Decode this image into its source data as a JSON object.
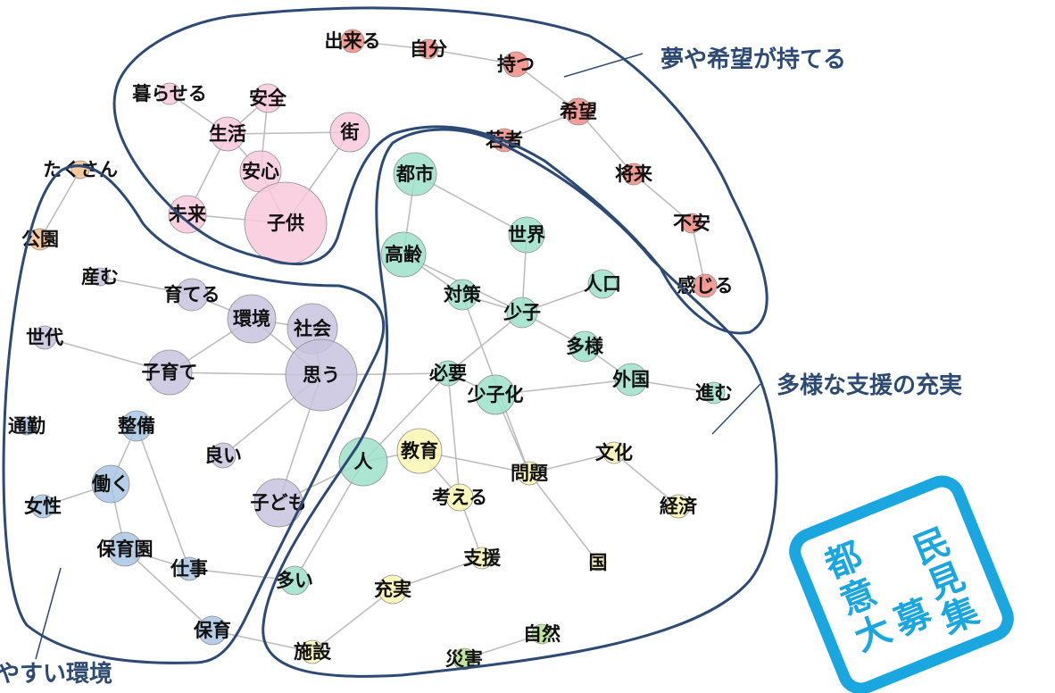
{
  "clusters": [
    {
      "id": "dream",
      "title": "夢や希望が持てる"
    },
    {
      "id": "support",
      "title": "多様な支援の充実"
    },
    {
      "id": "childcare",
      "title": "子育てしやすい環境",
      "visible_text": "やすい環境"
    }
  ],
  "nodes": [
    {
      "id": "dekiru",
      "label": "出来る",
      "color": "#f28b82"
    },
    {
      "id": "jibun",
      "label": "自分",
      "color": "#f28b82"
    },
    {
      "id": "motsu",
      "label": "持つ",
      "color": "#f28b82"
    },
    {
      "id": "kibou",
      "label": "希望",
      "color": "#f28b82"
    },
    {
      "id": "wakamono",
      "label": "若者",
      "color": "#f28b82"
    },
    {
      "id": "shourai",
      "label": "将来",
      "color": "#f28b82"
    },
    {
      "id": "fuan",
      "label": "不安",
      "color": "#f28b82"
    },
    {
      "id": "kanjiru",
      "label": "感じる",
      "color": "#f28b82"
    },
    {
      "id": "kuraseru",
      "label": "暮らせる",
      "color": "#f9c9dc"
    },
    {
      "id": "anzen",
      "label": "安全",
      "color": "#f9c9dc"
    },
    {
      "id": "seikatsu",
      "label": "生活",
      "color": "#f9c9dc"
    },
    {
      "id": "machi",
      "label": "街",
      "color": "#f9c9dc"
    },
    {
      "id": "anshin",
      "label": "安心",
      "color": "#f9c9dc"
    },
    {
      "id": "mirai",
      "label": "未来",
      "color": "#f9c9dc"
    },
    {
      "id": "kodomo",
      "label": "子供",
      "color": "#f9c9dc"
    },
    {
      "id": "takusan",
      "label": "たくさん",
      "color": "#f7c08a"
    },
    {
      "id": "kouen",
      "label": "公園",
      "color": "#f7c08a"
    },
    {
      "id": "umu",
      "label": "産む",
      "color": "#c8c3de"
    },
    {
      "id": "sodateru",
      "label": "育てる",
      "color": "#c8c3de"
    },
    {
      "id": "kankyou",
      "label": "環境",
      "color": "#c8c3de"
    },
    {
      "id": "shakai",
      "label": "社会",
      "color": "#c8c3de"
    },
    {
      "id": "sedai",
      "label": "世代",
      "color": "#c8c3de"
    },
    {
      "id": "kosodate",
      "label": "子育て",
      "color": "#c8c3de"
    },
    {
      "id": "omou",
      "label": "思う",
      "color": "#c8c3de"
    },
    {
      "id": "yoi",
      "label": "良い",
      "color": "#c8c3de"
    },
    {
      "id": "kodomo2",
      "label": "子ども",
      "color": "#c8c3de"
    },
    {
      "id": "tsuukin",
      "label": "通勤",
      "color": "#a9c5e3"
    },
    {
      "id": "seibi",
      "label": "整備",
      "color": "#a9c5e3"
    },
    {
      "id": "hataraku",
      "label": "働く",
      "color": "#a9c5e3"
    },
    {
      "id": "josei",
      "label": "女性",
      "color": "#a9c5e3"
    },
    {
      "id": "hoikuen",
      "label": "保育園",
      "color": "#a9c5e3"
    },
    {
      "id": "shigoto",
      "label": "仕事",
      "color": "#a9c5e3"
    },
    {
      "id": "hoiku",
      "label": "保育",
      "color": "#a9c5e3"
    },
    {
      "id": "ooi",
      "label": "多い",
      "color": "#9fe0cb"
    },
    {
      "id": "toshi",
      "label": "都市",
      "color": "#9fe0cb"
    },
    {
      "id": "sekai",
      "label": "世界",
      "color": "#9fe0cb"
    },
    {
      "id": "koureika",
      "label": "高齢",
      "color": "#9fe0cb"
    },
    {
      "id": "jinkou",
      "label": "人口",
      "color": "#9fe0cb"
    },
    {
      "id": "taisaku",
      "label": "対策",
      "color": "#9fe0cb"
    },
    {
      "id": "shoushi",
      "label": "少子",
      "color": "#9fe0cb"
    },
    {
      "id": "tayou",
      "label": "多様",
      "color": "#9fe0cb"
    },
    {
      "id": "hitsuyou",
      "label": "必要",
      "color": "#9fe0cb"
    },
    {
      "id": "shoushika",
      "label": "少子化",
      "color": "#9fe0cb"
    },
    {
      "id": "gaikoku",
      "label": "外国",
      "color": "#9fe0cb"
    },
    {
      "id": "susumu",
      "label": "進む",
      "color": "#9fe0cb"
    },
    {
      "id": "hito",
      "label": "人",
      "color": "#9fe0cb"
    },
    {
      "id": "kyouiku",
      "label": "教育",
      "color": "#fbf6b0"
    },
    {
      "id": "bunka",
      "label": "文化",
      "color": "#fbf6b0"
    },
    {
      "id": "mondai",
      "label": "問題",
      "color": "#fbf6b0"
    },
    {
      "id": "kangaeru",
      "label": "考える",
      "color": "#fbf6b0"
    },
    {
      "id": "keizai",
      "label": "経済",
      "color": "#fbf6b0"
    },
    {
      "id": "shien",
      "label": "支援",
      "color": "#fbf6b0"
    },
    {
      "id": "kuni",
      "label": "国",
      "color": "#fbf6b0"
    },
    {
      "id": "juujitsu",
      "label": "充実",
      "color": "#fbf6b0"
    },
    {
      "id": "shisetsu",
      "label": "施設",
      "color": "#fbf6b0"
    },
    {
      "id": "shizen",
      "label": "自然",
      "color": "#b9e08f"
    },
    {
      "id": "saigai",
      "label": "災害",
      "color": "#b9e08f"
    }
  ],
  "edges": [
    [
      "dekiru",
      "jibun"
    ],
    [
      "jibun",
      "motsu"
    ],
    [
      "motsu",
      "kibou"
    ],
    [
      "kibou",
      "wakamono"
    ],
    [
      "kibou",
      "shourai"
    ],
    [
      "shourai",
      "fuan"
    ],
    [
      "fuan",
      "kanjiru"
    ],
    [
      "kuraseru",
      "seikatsu"
    ],
    [
      "anzen",
      "seikatsu"
    ],
    [
      "anzen",
      "anshin"
    ],
    [
      "seikatsu",
      "anshin"
    ],
    [
      "seikatsu",
      "machi"
    ],
    [
      "anshin",
      "kodomo"
    ],
    [
      "machi",
      "kodomo"
    ],
    [
      "mirai",
      "kodomo"
    ],
    [
      "seikatsu",
      "mirai"
    ],
    [
      "takusan",
      "kouen"
    ],
    [
      "umu",
      "sodateru"
    ],
    [
      "sodateru",
      "kankyou"
    ],
    [
      "kankyou",
      "shakai"
    ],
    [
      "kankyou",
      "omou"
    ],
    [
      "shakai",
      "omou"
    ],
    [
      "kosodate",
      "omou"
    ],
    [
      "kosodate",
      "kankyou"
    ],
    [
      "sedai",
      "kosodate"
    ],
    [
      "omou",
      "yoi"
    ],
    [
      "omou",
      "kodomo2"
    ],
    [
      "seibi",
      "hataraku"
    ],
    [
      "hataraku",
      "josei"
    ],
    [
      "hataraku",
      "hoikuen"
    ],
    [
      "hoikuen",
      "shigoto"
    ],
    [
      "hoikuen",
      "hoiku"
    ],
    [
      "seibi",
      "shigoto"
    ],
    [
      "kodomo2",
      "hito"
    ],
    [
      "toshi",
      "koureika"
    ],
    [
      "koureika",
      "taisaku"
    ],
    [
      "koureika",
      "shoushi"
    ],
    [
      "taisaku",
      "shoushi"
    ],
    [
      "shoushi",
      "jinkou"
    ],
    [
      "shoushi",
      "tayou"
    ],
    [
      "sekai",
      "shoushi"
    ],
    [
      "shoushi",
      "hitsuyou"
    ],
    [
      "hitsuyou",
      "shoushika"
    ],
    [
      "shoushika",
      "gaikoku"
    ],
    [
      "gaikoku",
      "susumu"
    ],
    [
      "tayou",
      "gaikoku"
    ],
    [
      "hito",
      "kyouiku"
    ],
    [
      "hito",
      "hitsuyou"
    ],
    [
      "kyouiku",
      "mondai"
    ],
    [
      "kyouiku",
      "kangaeru"
    ],
    [
      "mondai",
      "kuni"
    ],
    [
      "mondai",
      "bunka"
    ],
    [
      "bunka",
      "keizai"
    ],
    [
      "kangaeru",
      "shien"
    ],
    [
      "shien",
      "juujitsu"
    ],
    [
      "juujitsu",
      "shisetsu"
    ],
    [
      "shizen",
      "saigai"
    ],
    [
      "hito",
      "ooi"
    ],
    [
      "shigoto",
      "ooi"
    ],
    [
      "hoiku",
      "shisetsu"
    ],
    [
      "taisaku",
      "mondai"
    ],
    [
      "sekai",
      "toshi"
    ],
    [
      "shoushika",
      "mondai"
    ],
    [
      "hitsuyou",
      "kangaeru"
    ],
    [
      "omou",
      "hitsuyou"
    ]
  ],
  "stamp": {
    "chars": [
      "都",
      "民",
      "意",
      "見",
      "大",
      "募",
      "集"
    ],
    "color": "#1aa6de"
  }
}
